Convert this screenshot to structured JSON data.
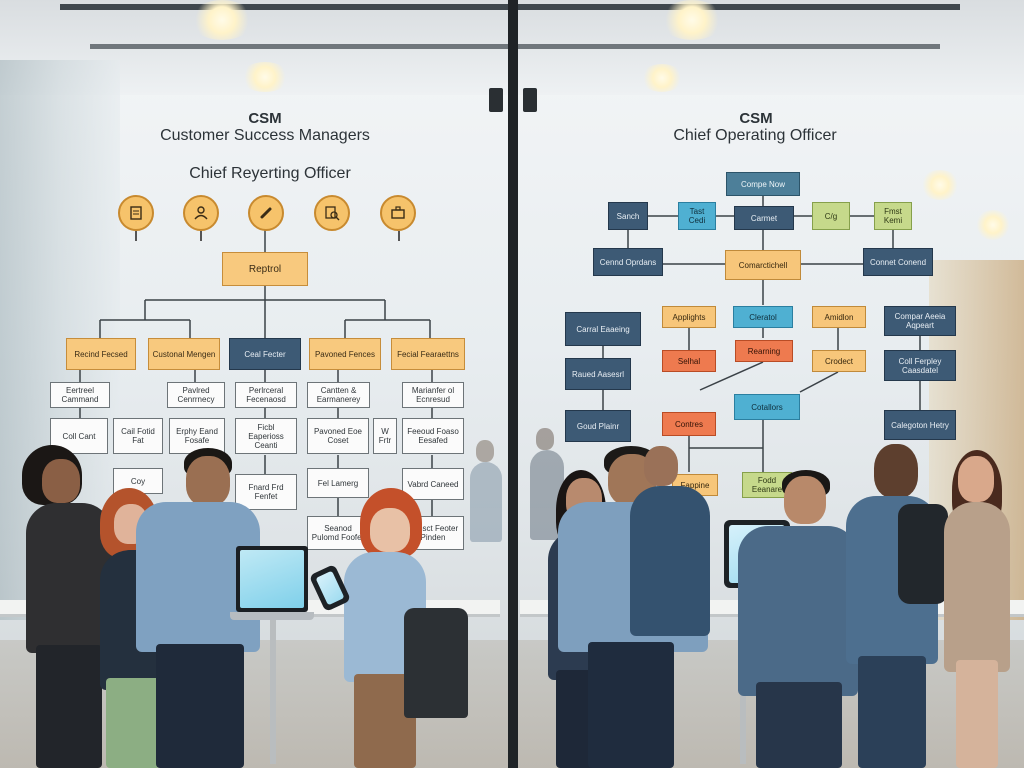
{
  "left_chart": {
    "title": "CSM",
    "subtitle": "Customer Success Managers",
    "heading": "Chief Reyerting Officer",
    "top_box": "Reptrol",
    "icons": [
      "document-icon",
      "user-icon",
      "link-icon",
      "search-document-icon",
      "briefcase-icon"
    ],
    "level2": [
      "Recind Fecsed",
      "Custonal Mengen",
      "Ceal Fecter",
      "Pavoned Fences",
      "Fecial Fearaettns"
    ],
    "level3": [
      "Eertreel Cammand",
      "Pavlred Cenrrnecy",
      "Perlrceral Fecenaosd",
      "Cantten & Earmanerey",
      "Marianfer ol Ecnresud"
    ],
    "level4": [
      "Coll Cant",
      "Cail Fotid Fat",
      "Erphy Eand Fosafe",
      "Ficbl Eaperioss Ceanti",
      "Pavoned Eoe Coset",
      "W Frtr",
      "Feeoud Foaso Eesafed"
    ],
    "level5": [
      "Coy",
      "Fnard Frd Fenfet",
      "Fel Lamerg",
      "Vabrd Caneed"
    ],
    "level6": [
      "Seanod Pulomd Foofer",
      "Cansct Feoter Pinden"
    ]
  },
  "right_chart": {
    "title": "CSM",
    "subtitle": "Chief Operating Officer",
    "boxes": {
      "company_new": "Compe Now",
      "sanch": "Sanch",
      "tast_cedi": "Tast Cedi",
      "carmet": "Carmet",
      "cg": "C/g",
      "fmst_kemi": "Fmst Kemi",
      "cennd_oprdans": "Cennd Oprdans",
      "comarchell": "Comarctichell",
      "connet_conend": "Connet Conend",
      "carral_eaaeing": "Carral Eaaeing",
      "applights": "Applights",
      "cleratol": "Cleratol",
      "amidlon": "Amidlon",
      "compar_aeeia": "Compar Aeeia Aqpeart",
      "selhal": "Selhal",
      "rearning": "Rearning",
      "crodect": "Crodect",
      "coll_ferpley": "Coll Ferpley Caasdatel",
      "raued_assesrl": "Raued Aasesrl",
      "cotallors": "Cotallors",
      "goud_plainr": "Goud Plainr",
      "contres": "Contres",
      "calegoton_hetry": "Calegoton Hetry",
      "fappine": "Fappine",
      "fodd_eeanare": "Fodd Eeanare"
    }
  },
  "colors": {
    "orange": "#f8c97e",
    "navy": "#3d5a75",
    "cyan": "#4fb0d2",
    "green": "#c6d98b",
    "red": "#ee7a4f",
    "icon_gold": "#f6c36b"
  }
}
